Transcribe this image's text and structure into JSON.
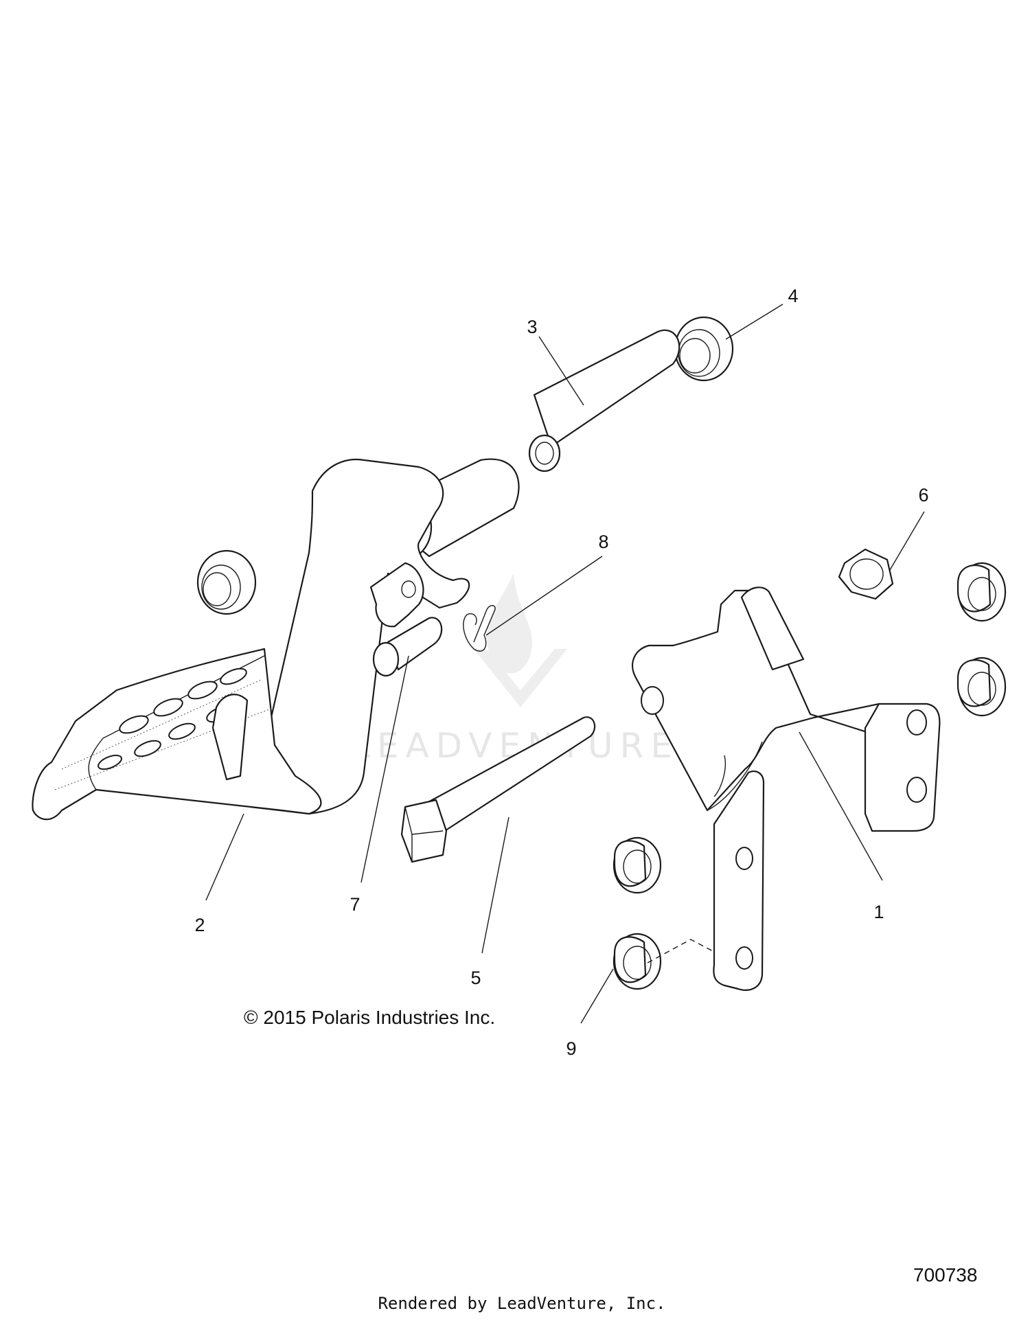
{
  "watermark": {
    "text": "LEADVENTURE"
  },
  "callouts": [
    "1",
    "2",
    "3",
    "4",
    "5",
    "6",
    "7",
    "8",
    "9"
  ],
  "copyright": "© 2015 Polaris Industries Inc.",
  "drawing_number": "700738",
  "rendered_by": "Rendered by LeadVenture, Inc."
}
